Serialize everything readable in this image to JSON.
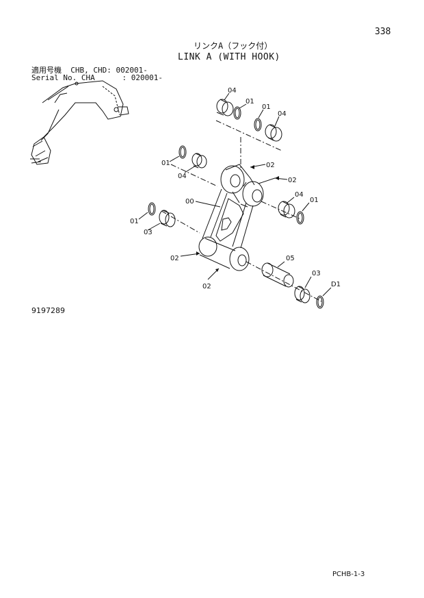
{
  "page_number": "338",
  "title_jp": "リンクA（フック付）",
  "title_en": "LINK A (WITH HOOK)",
  "serial_line_1": "適用号機  CHB, CHD: 002001-",
  "serial_line_2": "Serial No. CHA      : 020001-",
  "drawing_number": "9197289",
  "footer_code": "PCHB-1-3",
  "callouts": {
    "c04_top": "04",
    "c01_top": "01",
    "c01_mid": "01",
    "c04_right_top": "04",
    "c02_upper": "02",
    "c01_left_up": "01",
    "c04_left_up": "04",
    "c02_right": "02",
    "c00": "00",
    "c04_right": "04",
    "c01_right": "01",
    "c01_left_low": "01",
    "c03_left": "03",
    "c02_left": "02",
    "c05": "05",
    "c03_right": "03",
    "c01_bottom": "D1",
    "c02_bottom": "02"
  }
}
